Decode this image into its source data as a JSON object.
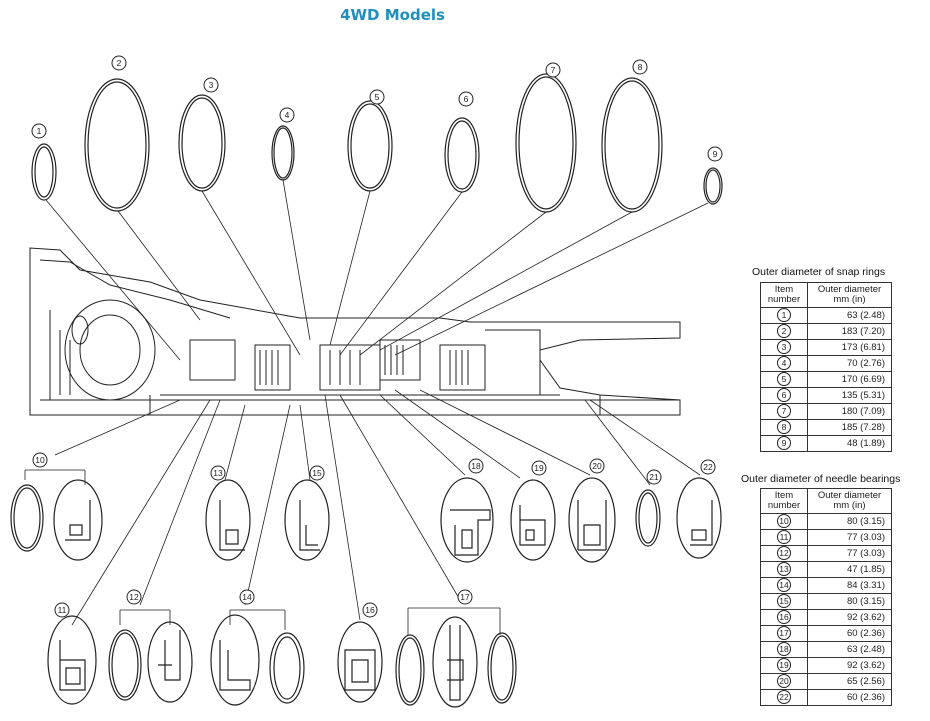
{
  "title": "4WD Models",
  "diagram": {
    "item_labels": [
      "1",
      "2",
      "3",
      "4",
      "5",
      "6",
      "7",
      "8",
      "9",
      "10",
      "11",
      "12",
      "13",
      "14",
      "15",
      "16",
      "17",
      "18",
      "19",
      "20",
      "21",
      "22"
    ]
  },
  "snap_rings": {
    "title": "Outer diameter of snap rings",
    "col_item": "Item number",
    "col_diameter": "Outer diameter mm (in)",
    "rows": [
      {
        "item": "1",
        "value": "63 (2.48)"
      },
      {
        "item": "2",
        "value": "183 (7.20)"
      },
      {
        "item": "3",
        "value": "173 (6.81)"
      },
      {
        "item": "4",
        "value": "70 (2.76)"
      },
      {
        "item": "5",
        "value": "170 (6.69)"
      },
      {
        "item": "6",
        "value": "135 (5.31)"
      },
      {
        "item": "7",
        "value": "180 (7.09)"
      },
      {
        "item": "8",
        "value": "185 (7.28)"
      },
      {
        "item": "9",
        "value": "48 (1.89)"
      }
    ]
  },
  "needle_bearings": {
    "title": "Outer diameter of needle bearings",
    "col_item": "Item number",
    "col_diameter": "Outer diameter mm (in)",
    "rows": [
      {
        "item": "10",
        "value": "80 (3.15)"
      },
      {
        "item": "11",
        "value": "77 (3.03)"
      },
      {
        "item": "12",
        "value": "77 (3.03)"
      },
      {
        "item": "13",
        "value": "47 (1.85)"
      },
      {
        "item": "14",
        "value": "84 (3.31)"
      },
      {
        "item": "15",
        "value": "80 (3.15)"
      },
      {
        "item": "16",
        "value": "92 (3.62)"
      },
      {
        "item": "17",
        "value": "60 (2.36)"
      },
      {
        "item": "18",
        "value": "63 (2.48)"
      },
      {
        "item": "19",
        "value": "92 (3.62)"
      },
      {
        "item": "20",
        "value": "65 (2.56)"
      },
      {
        "item": "22",
        "value": "60 (2.36)"
      }
    ]
  }
}
